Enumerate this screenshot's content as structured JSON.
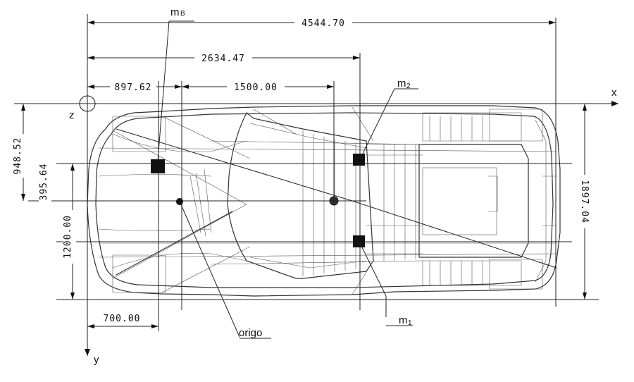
{
  "dimensions": {
    "overall_length": "4544.70",
    "mid_length": "2634.47",
    "front_offset": "897.62",
    "wheelbase_seg": "1500.00",
    "origin_x": "700.00",
    "half_width": "948.52",
    "cg_offset": "395.64",
    "track": "1200.00",
    "overall_width": "1897.04"
  },
  "labels": {
    "x_axis": "x",
    "y_axis": "y",
    "z_axis": "z",
    "origin": "origo",
    "m_b_main": "m",
    "m_b_sub": "B",
    "m_2_main": "m",
    "m_2_sub": "2",
    "m_1_main": "m",
    "m_1_sub": "1"
  }
}
